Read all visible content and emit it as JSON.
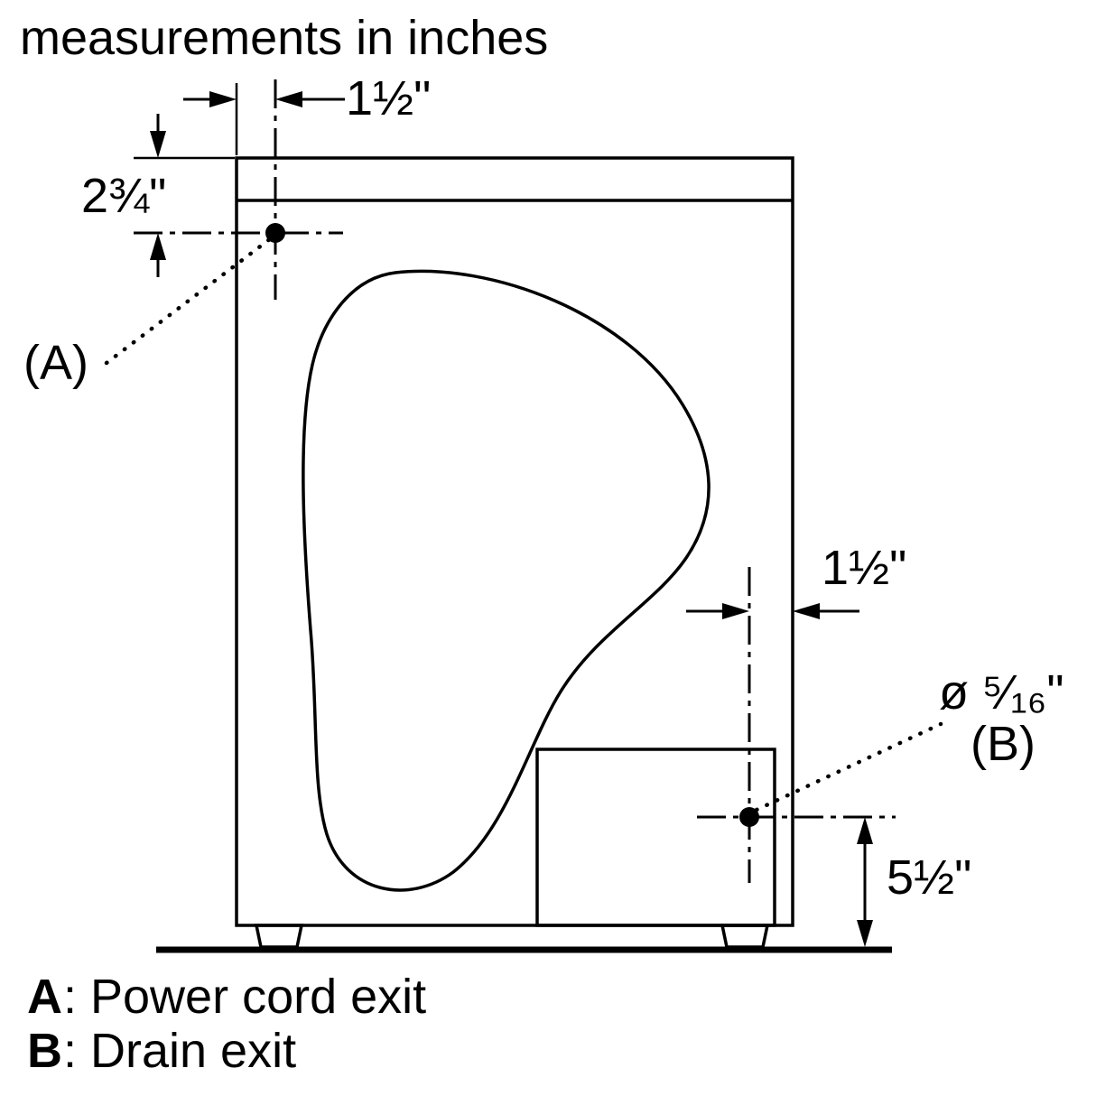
{
  "title": "measurements in inches",
  "dimensions": {
    "a_horizontal_offset": "1½\"",
    "a_vertical_offset": "2¾\"",
    "b_horizontal_offset": "1½\"",
    "b_hole_diameter": "ø ⁵⁄₁₆\"",
    "b_height_from_floor": "5½\""
  },
  "labels": {
    "point_a": "(A)",
    "point_b": "(B)"
  },
  "legend": {
    "a_key": "A",
    "a_desc": ": Power cord exit",
    "b_key": "B",
    "b_desc": ": Drain exit"
  },
  "colors": {
    "line": "#000000",
    "background": "#ffffff"
  }
}
